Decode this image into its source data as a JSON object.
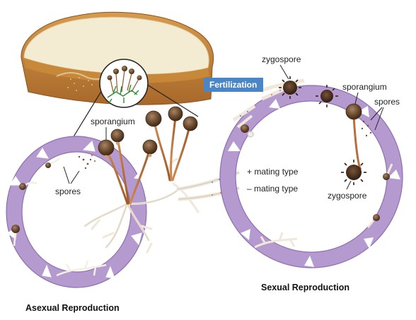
{
  "labels": {
    "sporangium_left": "sporangium",
    "spores_left": "spores",
    "fertilization": "Fertilization",
    "plus_mating": "+ mating type",
    "minus_mating": "– mating type",
    "zygospore_top": "zygospore",
    "sporangium_right": "sporangium",
    "spores_right": "spores",
    "zygospore_bottom": "zygospore",
    "asexual_caption": "Asexual Reproduction",
    "sexual_caption": "Sexual Reproduction"
  },
  "colors": {
    "cycle_arrow": "#b59ad0",
    "cycle_arrow_edge": "#8e6fb0",
    "sporangium": "#6b4a2e",
    "stalk": "#b5703d",
    "hyphae": "#f1ece2",
    "bread_crust": "#c48a3f",
    "bread_face": "#f4efd8",
    "fertilization_bg": "#4a86c5",
    "zygospore": "#4a2f1c"
  }
}
